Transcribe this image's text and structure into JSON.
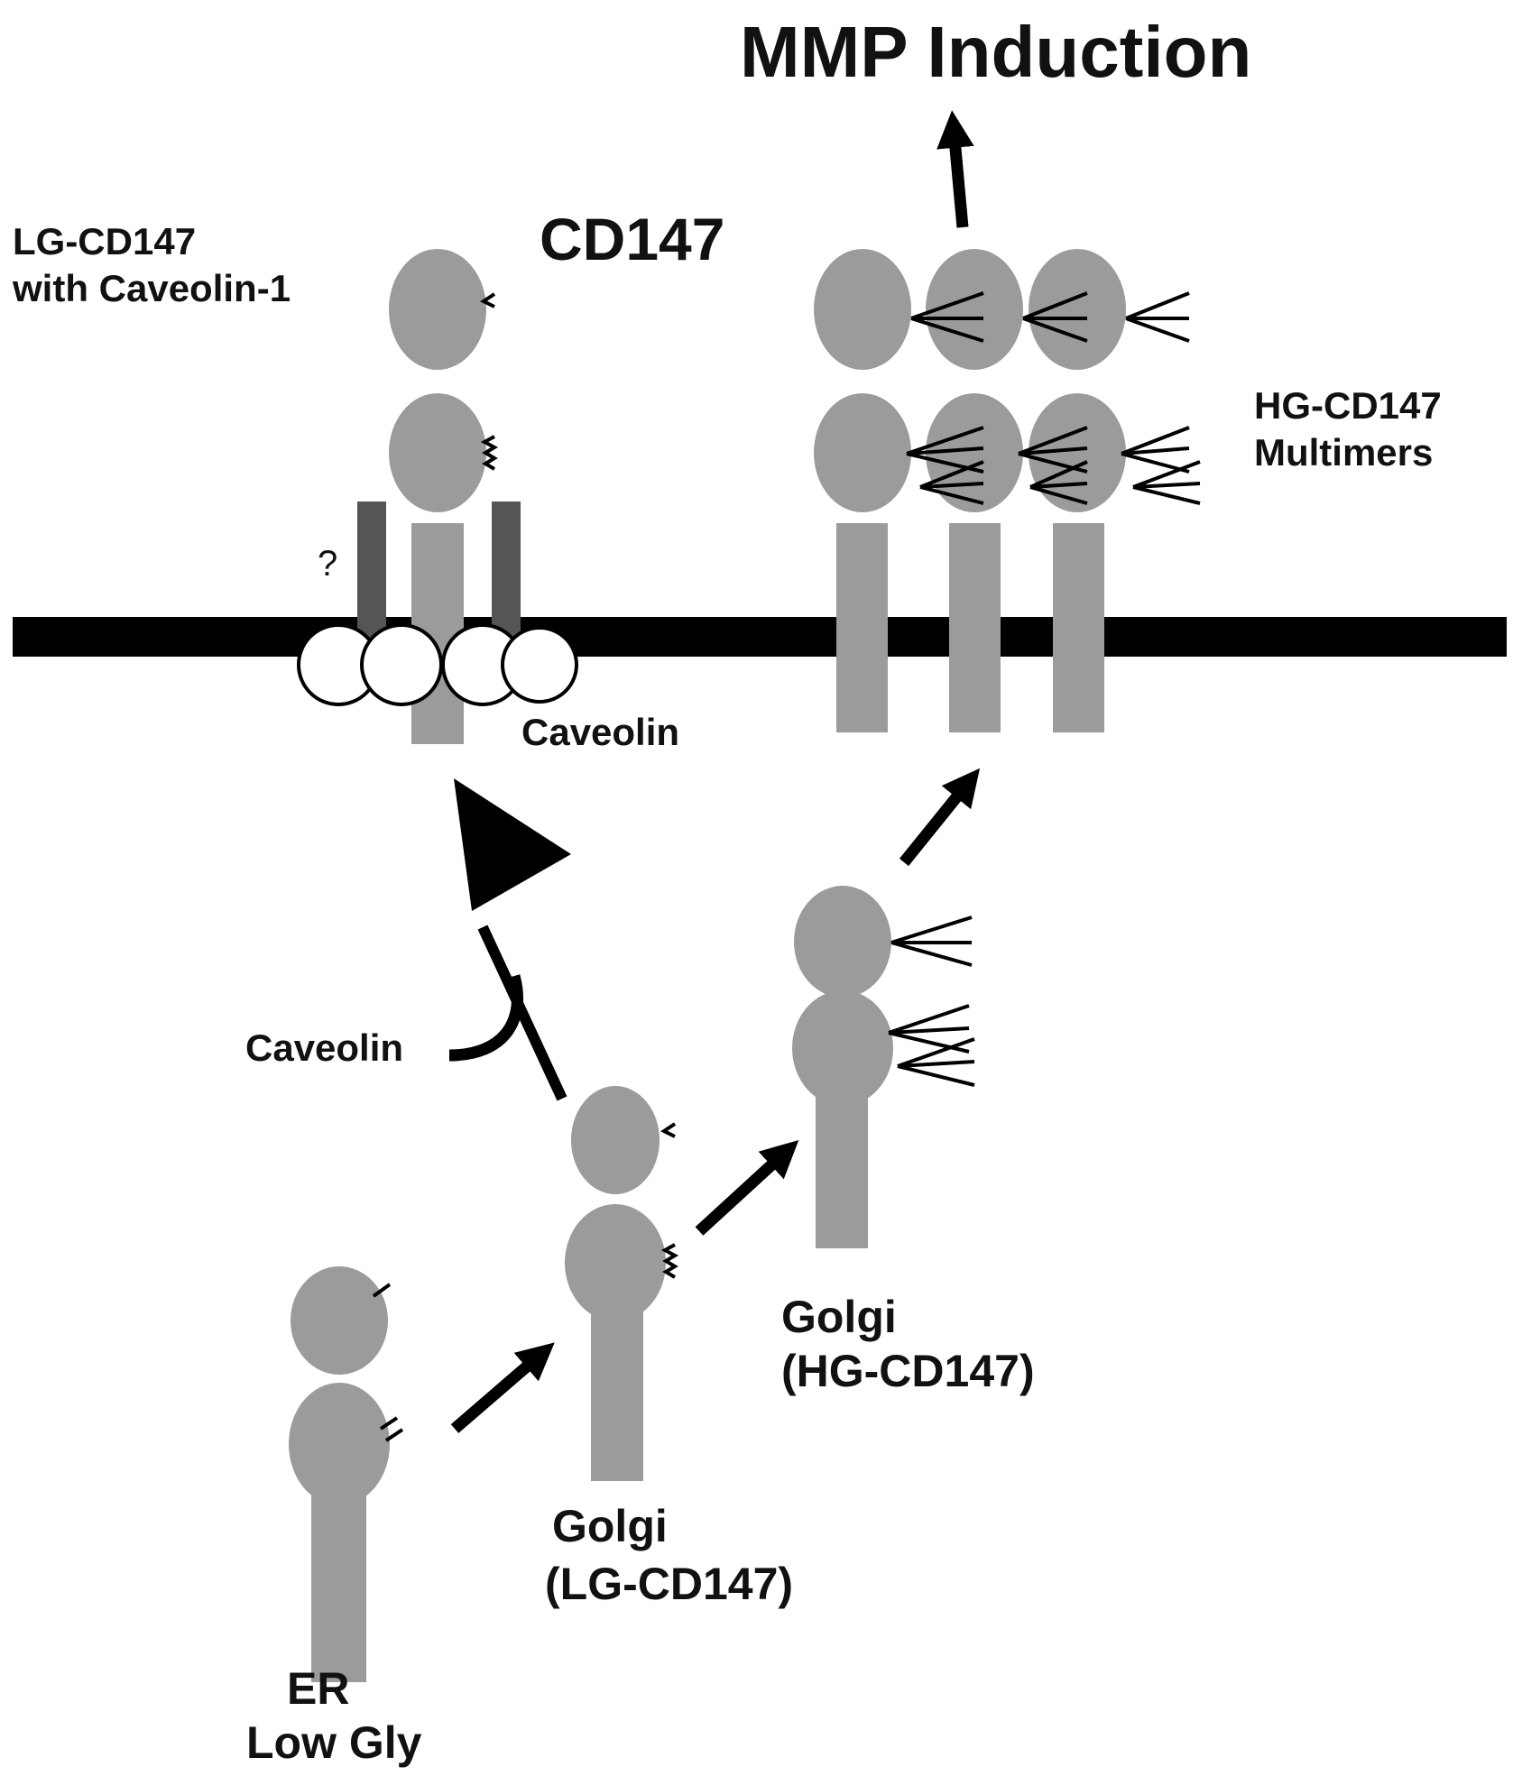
{
  "labels": {
    "mmp_induction": "MMP Induction",
    "cd147": "CD147",
    "lg_cd147_line1": "LG-CD147",
    "lg_cd147_line2": "with Caveolin-1",
    "hg_multimers_line1": "HG-CD147",
    "hg_multimers_line2": "Multimers",
    "question_mark": "?",
    "caveolin_membrane": "Caveolin",
    "caveolin_arrow": "Caveolin",
    "golgi_hg_line1": "Golgi",
    "golgi_hg_line2": "(HG-CD147)",
    "golgi_lg_line1": "Golgi",
    "golgi_lg_line2": "(LG-CD147)",
    "er_line1": "ER",
    "er_line2": "Low Gly"
  },
  "colors": {
    "protein": "#9b9b9b",
    "membrane": "#000000",
    "bar": "#555555",
    "caveolin_fill": "#ffffff",
    "text": "#111111"
  }
}
